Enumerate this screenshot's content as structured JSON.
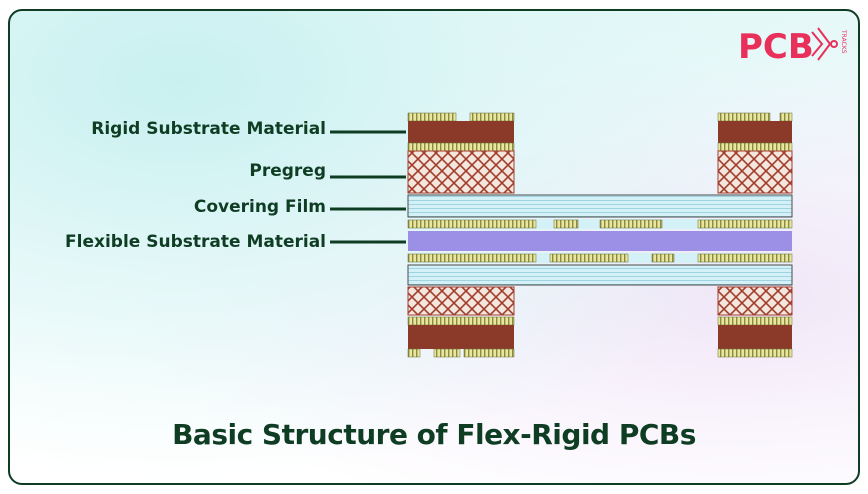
{
  "logo": {
    "text": "PCB",
    "tagline": "TRACKS"
  },
  "labels": {
    "rigid": "Rigid Substrate Material",
    "prepreg": "Pregreg",
    "covering": "Covering Film",
    "flexible": "Flexible Substrate Material"
  },
  "title": "Basic Structure of Flex-Rigid PCBs",
  "colors": {
    "rigid": "#8b3a2a",
    "copper": "#d8d78a",
    "flexible": "#9b8fe6",
    "covering": "#c9ecf4",
    "prepreg": "#a23d2d",
    "text": "#0f3d24"
  }
}
